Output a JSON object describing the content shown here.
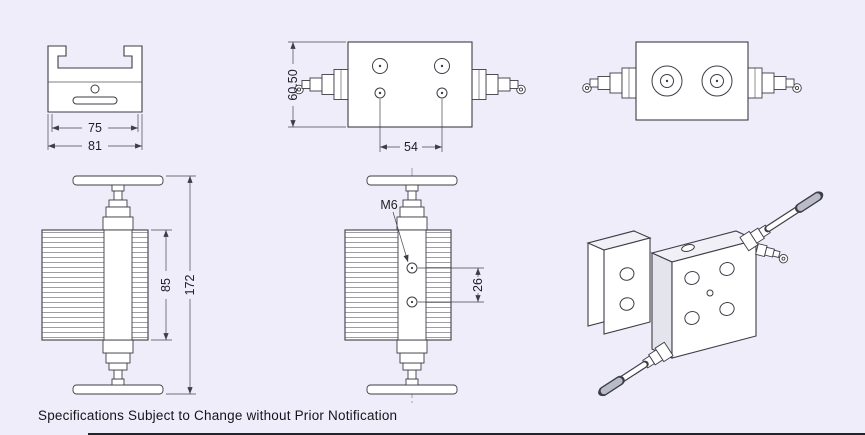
{
  "page": {
    "background": "#f0edfa",
    "footer_note": "Specifications Subject to Change without Prior Notification"
  },
  "dimensions": {
    "bracket_inner_width": "75",
    "bracket_outer_width": "81",
    "block_depth": "60.50",
    "port_spacing_horizontal": "54",
    "gauge_thread": "M6",
    "gauge_port_spacing": "26",
    "body_height": "85",
    "overall_height": "172"
  }
}
